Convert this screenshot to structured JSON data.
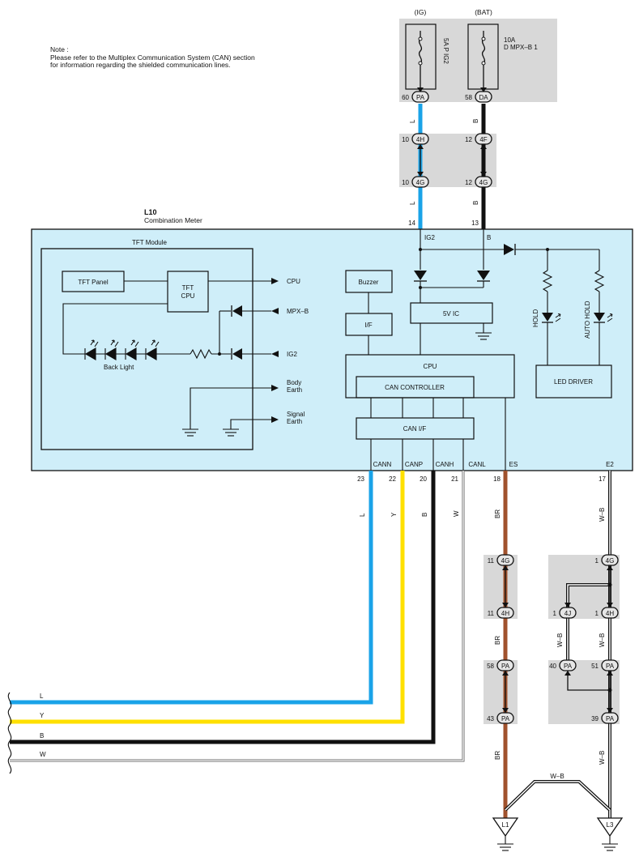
{
  "note": {
    "title": "Note :",
    "line1": "Please refer to the Multiplex Communication System (CAN) section",
    "line2": "for information regarding the shielded communication lines."
  },
  "fuses": {
    "ig": {
      "source": "(IG)",
      "label": "5A P IG2",
      "pin": "60",
      "connector": "PA",
      "wire": "L"
    },
    "bat": {
      "source": "(BAT)",
      "amps": "10A",
      "label": "D MPX–B 1",
      "pin": "58",
      "connector": "DA",
      "wire": "B"
    }
  },
  "junctions_top": {
    "ig_upper": {
      "pin": "10",
      "connector": "4H"
    },
    "ig_lower": {
      "pin": "10",
      "connector": "4G"
    },
    "bat_upper": {
      "pin": "12",
      "connector": "4F"
    },
    "bat_lower": {
      "pin": "12",
      "connector": "4G"
    },
    "wire_ig": "L",
    "wire_bat": "B"
  },
  "meter": {
    "id": "L10",
    "name": "Combination Meter",
    "pin_ig2": "14",
    "pin_b": "13",
    "term_ig2": "IG2",
    "term_b": "B",
    "tft_module": "TFT Module",
    "tft_panel": "TFT Panel",
    "tft_cpu_l1": "TFT",
    "tft_cpu_l2": "CPU",
    "back_light": "Back Light",
    "out_cpu": "CPU",
    "out_mpxb": "MPX–B",
    "out_ig2": "IG2",
    "out_body1": "Body",
    "out_body2": "Earth",
    "out_sig1": "Signal",
    "out_sig2": "Earth",
    "buzzer": "Buzzer",
    "if": "I/F",
    "ic5v": "5V IC",
    "cpu": "CPU",
    "can_controller": "CAN CONTROLLER",
    "can_if": "CAN I/F",
    "hold": "HOLD",
    "auto_hold": "AUTO HOLD",
    "led_driver": "LED DRIVER",
    "terminals": [
      "CANN",
      "CANP",
      "CANH",
      "CANL",
      "ES",
      "E2"
    ],
    "pins": [
      "23",
      "22",
      "20",
      "21",
      "18",
      "17"
    ]
  },
  "bottom_wires": {
    "colors": [
      "L",
      "Y",
      "B",
      "W"
    ],
    "es": {
      "wire": "BR",
      "j1": {
        "pin": "11",
        "connector": "4G"
      },
      "j2": {
        "pin": "11",
        "connector": "4H"
      },
      "j3": {
        "pin": "58",
        "connector": "PA"
      },
      "j4": {
        "pin": "43",
        "connector": "PA"
      },
      "ground": "L1"
    },
    "e2": {
      "wire": "W–B",
      "j1": {
        "pin": "1",
        "connector": "4G"
      },
      "j2a": {
        "pin": "1",
        "connector": "4J"
      },
      "j2b": {
        "pin": "1",
        "connector": "4H"
      },
      "j3a": {
        "pin": "40",
        "connector": "PA"
      },
      "j3b": {
        "pin": "51",
        "connector": "PA"
      },
      "j4": {
        "pin": "39",
        "connector": "PA"
      },
      "ground": "L3",
      "link_label": "W–B"
    }
  },
  "colors": {
    "blue": "#1aa3e8",
    "yellow": "#ffe000",
    "black": "#111111",
    "brown": "#a0522d",
    "panel": "#cfeef9",
    "gray": "#d8d8d8"
  }
}
